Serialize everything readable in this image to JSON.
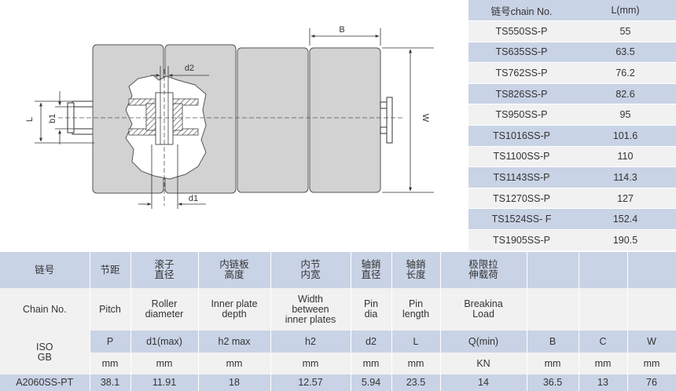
{
  "drawing": {
    "dimension_labels": {
      "B": "B",
      "W": "W",
      "L": "L",
      "b1": "b1",
      "d2": "d2",
      "d1": "d1"
    }
  },
  "length_table": {
    "headers": [
      "链号chain No.",
      "L(mm)"
    ],
    "rows": [
      [
        "TS550SS-P",
        "55"
      ],
      [
        "TS635SS-P",
        "63.5"
      ],
      [
        "TS762SS-P",
        "76.2"
      ],
      [
        "TS826SS-P",
        "82.6"
      ],
      [
        "TS950SS-P",
        "95"
      ],
      [
        "TS1016SS-P",
        "101.6"
      ],
      [
        "TS1100SS-P",
        "110"
      ],
      [
        "TS1143SS-P",
        "114.3"
      ],
      [
        "TS1270SS-P",
        "127"
      ],
      [
        "TS1524SS- F",
        "152.4"
      ],
      [
        "TS1905SS-P",
        "190.5"
      ]
    ]
  },
  "spec_table": {
    "cn_headers": [
      "链号",
      "节距",
      "滚子\n直径",
      "内链板\n高度",
      "内节\n内宽",
      "轴銷\n直径",
      "轴銷\n长度",
      "极限拉\n伸载荷",
      "",
      "",
      ""
    ],
    "en_headers": [
      "Chain No.",
      "Pitch",
      "Roller\ndiameter",
      "Inner plate\ndepth",
      "Width\nbetween\ninner plates",
      "Pin\ndia",
      "Pin\nlength",
      "Breakina\nLoad",
      "",
      "",
      ""
    ],
    "iso_label": "ISO\nGB",
    "symbols": [
      "P",
      "d1(max)",
      "h2 max",
      "h2",
      "d2",
      "L",
      "Q(min)",
      "B",
      "C",
      "W"
    ],
    "units": [
      "mm",
      "mm",
      "mm",
      "mm",
      "mm",
      "mm",
      "KN",
      "mm",
      "mm",
      "mm"
    ],
    "data_row": [
      "A2060SS-PT",
      "38.1",
      "11.91",
      "18",
      "12.57",
      "5.94",
      "23.5",
      "14",
      "36.5",
      "13",
      "76"
    ]
  }
}
